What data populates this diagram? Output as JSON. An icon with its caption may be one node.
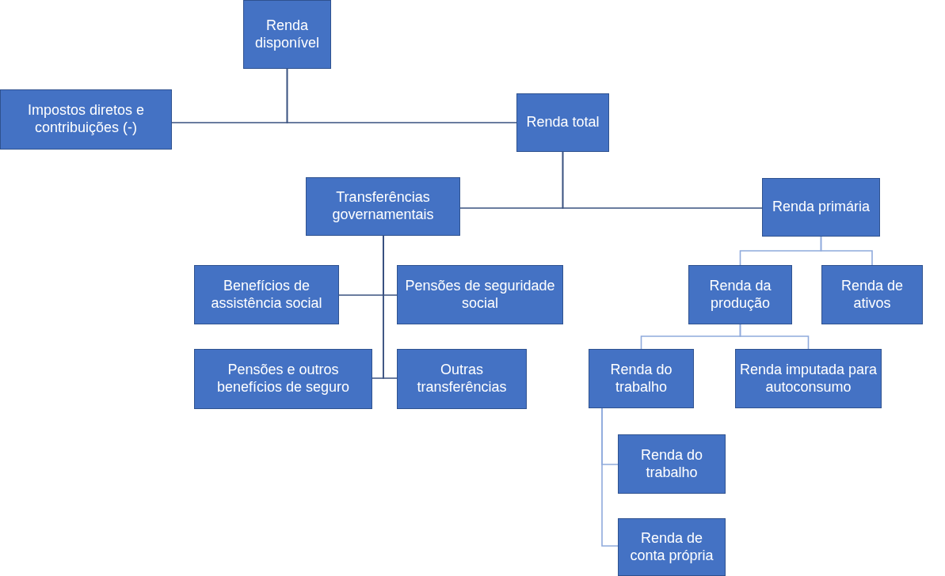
{
  "diagram": {
    "nodes": [
      {
        "text": [
          "Renda disponível"
        ]
      },
      {
        "text": [
          "Impostos diretos e contribuições (-)"
        ]
      },
      {
        "text": [
          "Renda total"
        ]
      },
      {
        "text": [
          "Transferências governamentais"
        ]
      },
      {
        "text": [
          "Renda primária"
        ]
      },
      {
        "text": [
          "Benefícios de assistência social"
        ]
      },
      {
        "text": [
          "Pensões de seguridade social"
        ]
      },
      {
        "text": [
          "Pensões e outros benefícios de seguro"
        ]
      },
      {
        "text": [
          "Outras transferências"
        ]
      },
      {
        "text": [
          "Renda da produção"
        ]
      },
      {
        "text": [
          "Renda de ativos"
        ]
      },
      {
        "text": [
          "Renda do trabalho"
        ]
      },
      {
        "text": [
          "Renda imputada para autoconsumo"
        ]
      },
      {
        "text": [
          "Renda do trabalho"
        ]
      },
      {
        "text": [
          "Renda de conta própria"
        ]
      }
    ],
    "edges": [
      {
        "from": 0,
        "to": 1,
        "arrow": "none"
      },
      {
        "from": 0,
        "to": 2,
        "arrow": "none"
      },
      {
        "from": 2,
        "to": 3,
        "arrow": "none"
      },
      {
        "from": 2,
        "to": 4,
        "arrow": "none"
      },
      {
        "from": 3,
        "to": 5,
        "arrow": "none"
      },
      {
        "from": 3,
        "to": 6,
        "arrow": "none"
      },
      {
        "from": 3,
        "to": 7,
        "arrow": "none"
      },
      {
        "from": 3,
        "to": 8,
        "arrow": "none"
      },
      {
        "from": 4,
        "to": 9,
        "arrow": "none",
        "color": "#8faadc"
      },
      {
        "from": 4,
        "to": 10,
        "arrow": "none",
        "color": "#8faadc"
      },
      {
        "from": 9,
        "to": 11,
        "arrow": "none",
        "color": "#8faadc"
      },
      {
        "from": 9,
        "to": 12,
        "arrow": "none",
        "color": "#8faadc"
      },
      {
        "from": 11,
        "to": 13,
        "arrow": "none",
        "color": "#8faadc"
      },
      {
        "from": 11,
        "to": 14,
        "arrow": "none",
        "color": "#8faadc"
      }
    ]
  }
}
